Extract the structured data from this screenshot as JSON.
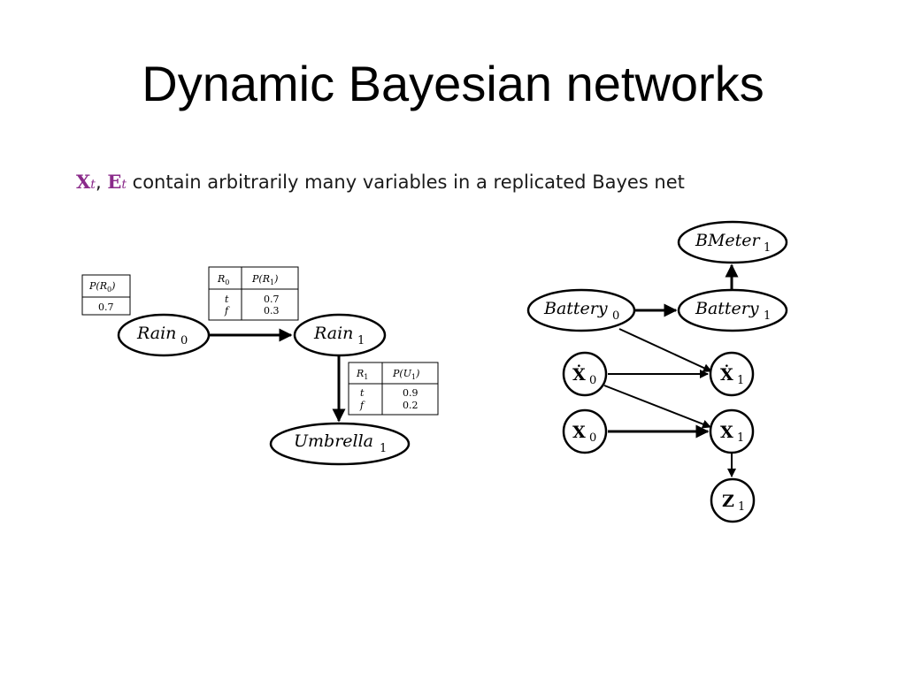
{
  "slide": {
    "title": "Dynamic Bayesian networks",
    "subtitle": {
      "var1": "X",
      "var1_sub": "t",
      "separator": ",",
      "var2": "E",
      "var2_sub": "t",
      "text": "contain arbitrarily many variables in a replicated Bayes net"
    }
  },
  "colors": {
    "accent": "#8a2a8a",
    "ink": "#000000"
  },
  "umbrella_net": {
    "nodes": {
      "rain0": {
        "label": "Rain",
        "sub": "0"
      },
      "rain1": {
        "label": "Rain",
        "sub": "1"
      },
      "umbrella1": {
        "label": "Umbrella",
        "sub": "1"
      }
    },
    "cpt_r0": {
      "header": "P(R",
      "header_sub": "0",
      "header_close": ")",
      "value": "0.7"
    },
    "cpt_r1": {
      "col1": "R",
      "col1_sub": "0",
      "col2": "P(R",
      "col2_sub": "1",
      "col2_close": ")",
      "rows": [
        {
          "cond": "t",
          "value": "0.7"
        },
        {
          "cond": "f",
          "value": "0.3"
        }
      ]
    },
    "cpt_u1": {
      "col1": "R",
      "col1_sub": "1",
      "col2": "P(U",
      "col2_sub": "1",
      "col2_close": ")",
      "rows": [
        {
          "cond": "t",
          "value": "0.9"
        },
        {
          "cond": "f",
          "value": "0.2"
        }
      ]
    }
  },
  "battery_net": {
    "nodes": {
      "bmeter1": {
        "label": "BMeter",
        "sub": "1"
      },
      "battery0": {
        "label": "Battery",
        "sub": "0"
      },
      "battery1": {
        "label": "Battery",
        "sub": "1"
      },
      "xdot0": {
        "label": "Ẋ",
        "sub": "0"
      },
      "xdot1": {
        "label": "Ẋ",
        "sub": "1"
      },
      "x0": {
        "label": "X",
        "sub": "0"
      },
      "x1": {
        "label": "X",
        "sub": "1"
      },
      "z1": {
        "label": "Z",
        "sub": "1"
      }
    }
  }
}
